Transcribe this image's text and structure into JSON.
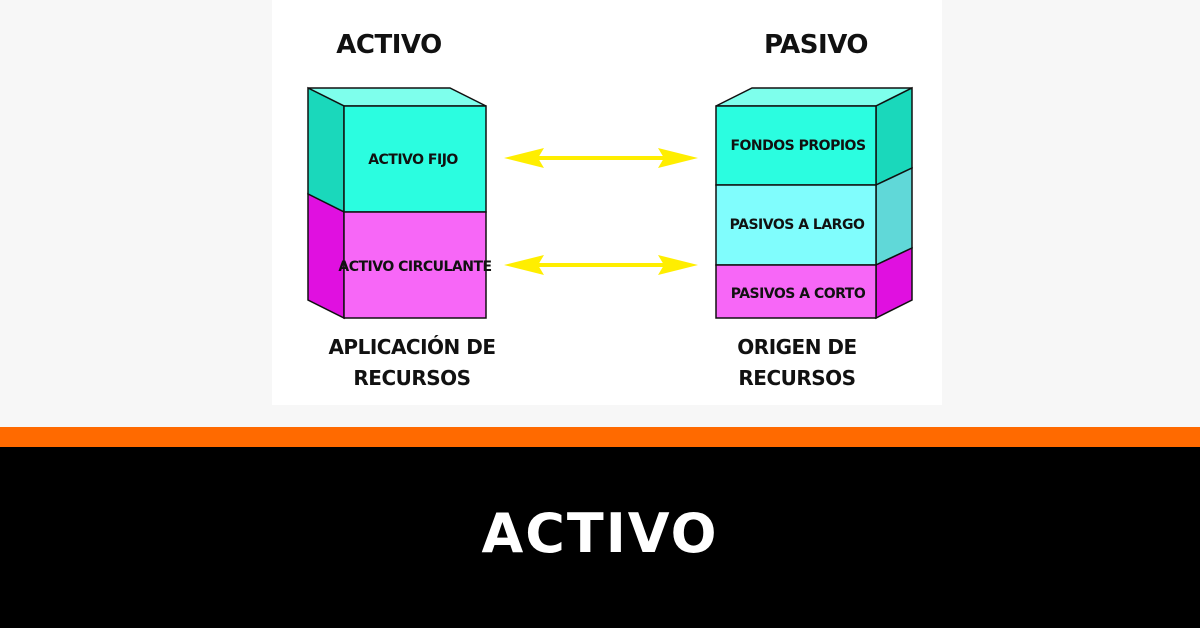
{
  "diagram": {
    "left_column": {
      "heading": "ACTIVO",
      "blocks": [
        {
          "label": "ACTIVO FIJO",
          "front": "#2bfde0",
          "side": "#1ad8bb",
          "top": "#7effec"
        },
        {
          "label": "ACTIVO CIRCULANTE",
          "front": "#f767f7",
          "side": "#e010e0"
        }
      ],
      "caption": [
        "APLICACIÓN DE",
        "RECURSOS"
      ]
    },
    "right_column": {
      "heading": "PASIVO",
      "blocks": [
        {
          "label": "FONDOS PROPIOS",
          "front": "#2bfde0",
          "side": "#1ad8bb",
          "top": "#7effec"
        },
        {
          "label": "PASIVOS A LARGO",
          "front": "#80fdfd",
          "side": "#60d8d8"
        },
        {
          "label": "PASIVOS A CORTO",
          "front": "#f767f7",
          "side": "#e010e0"
        }
      ],
      "caption": [
        "ORIGEN DE",
        "RECURSOS"
      ]
    },
    "arrow_color": "#ffee00",
    "arrow_count": 2
  },
  "footer": {
    "title": "ACTIVO",
    "band_color": "#ff6a00",
    "background": "#000000"
  }
}
